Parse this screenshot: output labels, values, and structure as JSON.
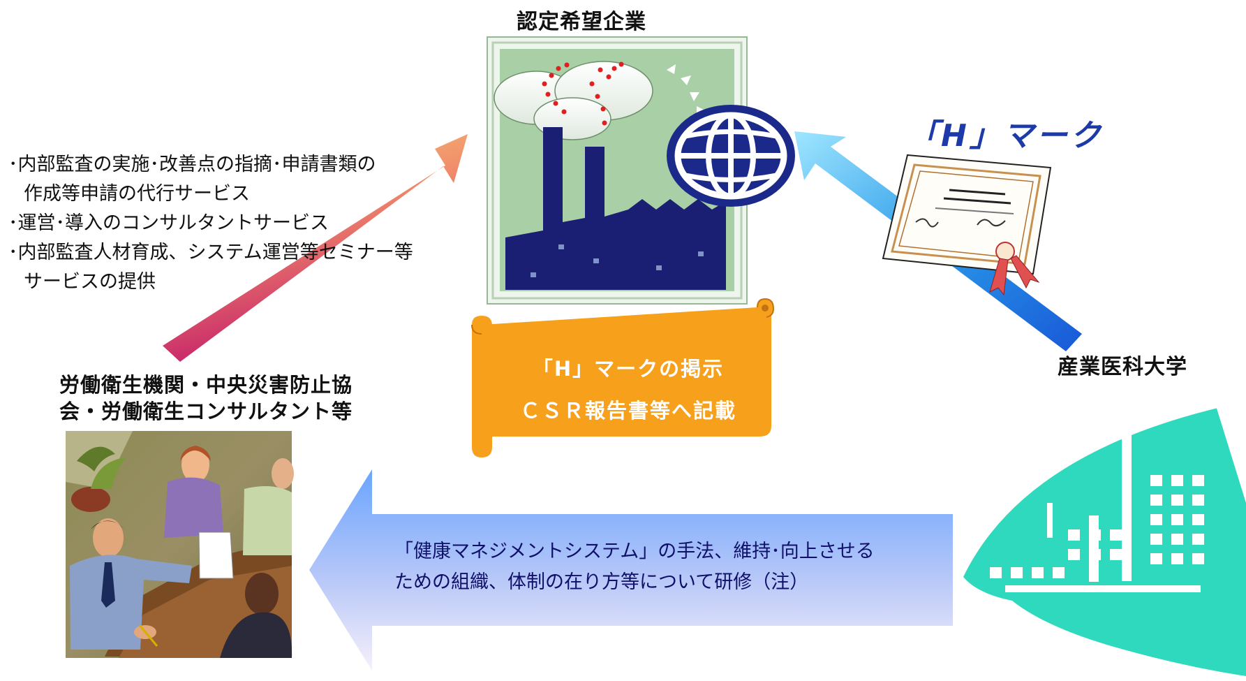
{
  "nodes": {
    "company": "認定希望企業",
    "agencies": [
      "労働衛生機関・中央災害防止協",
      "会・労働衛生コンサルタント等"
    ],
    "university": "産業医科大学"
  },
  "hmark": "「H」マーク",
  "services": [
    "･内部監査の実施･改善点の指摘･申請書類の",
    "作成等申請の代行サービス",
    "･運営･導入のコンサルタントサービス",
    "･内部監査人材育成、システム運営等セミナー等",
    "サービスの提供"
  ],
  "banner": [
    "「H」マークの掲示",
    "ＣＳＲ報告書等へ記載"
  ],
  "training": [
    "「健康マネジメントシステム」の手法、維持･向上させる",
    "ための組織、体制の在り方等について研修（注）"
  ],
  "colors": {
    "banner": "#f7a01c",
    "hmark": "#1c3aa8",
    "university": "#2fd9bd",
    "factory": "#1b1f73"
  }
}
